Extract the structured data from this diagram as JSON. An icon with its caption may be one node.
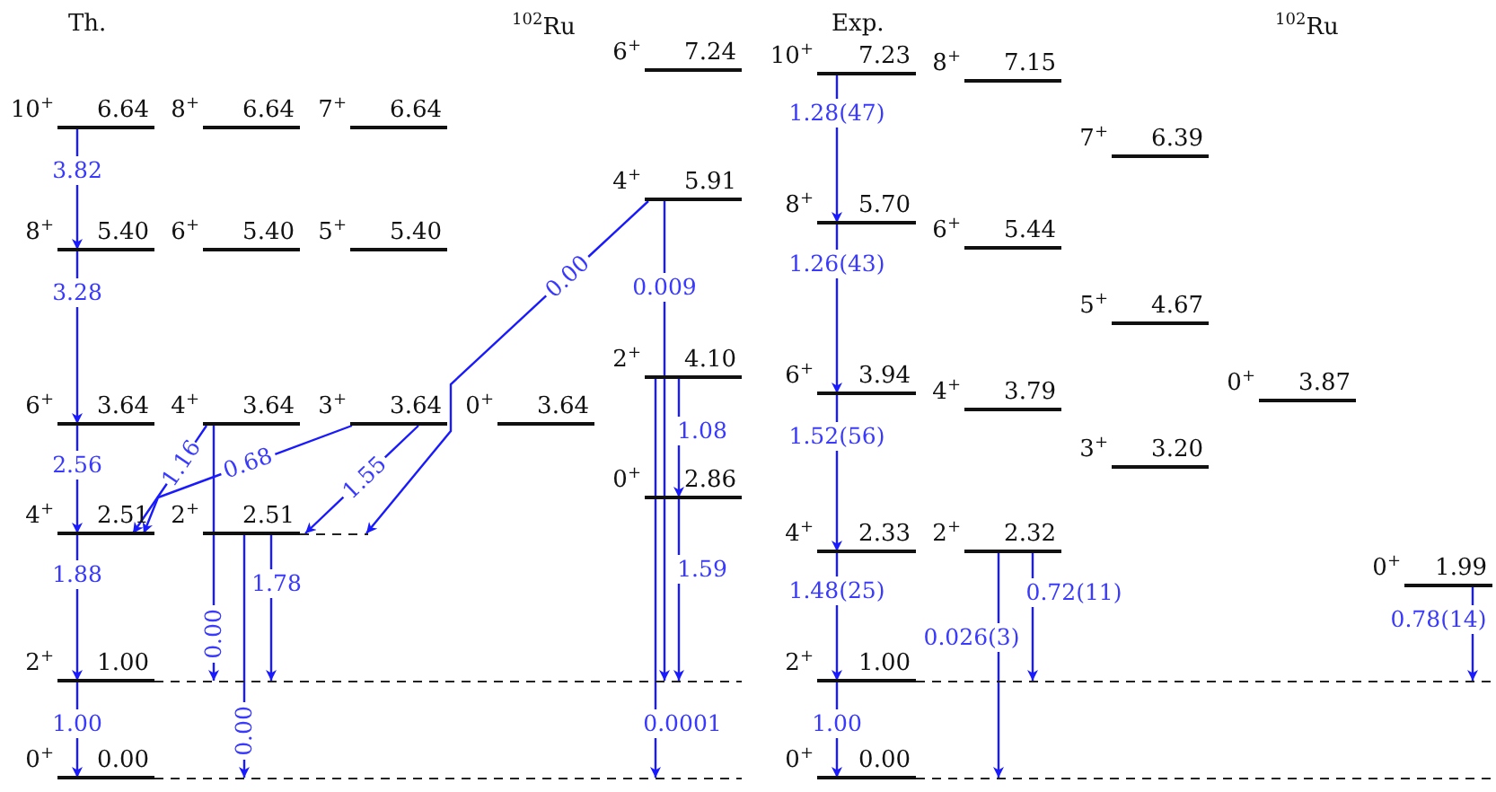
{
  "diagram": {
    "nodes": [
      {
        "text": [
          "10$^{+}$",
          "6.64"
        ]
      },
      {
        "text": [
          "8$^{+}$",
          "6.64"
        ]
      },
      {
        "text": [
          "7$^{+}$",
          "6.64"
        ]
      },
      {
        "text": [
          "8$^{+}$",
          "5.40"
        ]
      },
      {
        "text": [
          "6$^{+}$",
          "5.40"
        ]
      },
      {
        "text": [
          "5$^{+}$",
          "5.40"
        ]
      },
      {
        "text": [
          "6$^{+}$",
          "3.64"
        ]
      },
      {
        "text": [
          "4$^{+}$",
          "3.64"
        ]
      },
      {
        "text": [
          "3$^{+}$",
          "3.64"
        ]
      },
      {
        "text": [
          "0$^{+}$",
          "3.64"
        ]
      },
      {
        "text": [
          "4$^{+}$",
          "2.51"
        ]
      },
      {
        "text": [
          "2$^{+}$",
          "2.51"
        ]
      },
      {
        "text": [
          "2$^{+}$",
          "1.00"
        ]
      },
      {
        "text": [
          "0$^{+}$",
          "0.00"
        ]
      },
      {
        "text": [
          "6$^{+}$",
          "7.24"
        ]
      },
      {
        "text": [
          "4$^{+}$",
          "5.91"
        ]
      },
      {
        "text": [
          "2$^{+}$",
          "4.10"
        ]
      },
      {
        "text": [
          "0$^{+}$",
          "2.86"
        ]
      },
      {
        "text": [
          "10$^{+}$",
          "7.23"
        ]
      },
      {
        "text": [
          "8$^{+}$",
          "7.15"
        ]
      },
      {
        "text": [
          "7$^{+}$",
          "6.39"
        ]
      },
      {
        "text": [
          "8$^{+}$",
          "5.70"
        ]
      },
      {
        "text": [
          "6$^{+}$",
          "5.44"
        ]
      },
      {
        "text": [
          "5$^{+}$",
          "4.67"
        ]
      },
      {
        "text": [
          "6$^{+}$",
          "3.94"
        ]
      },
      {
        "text": [
          "4$^{+}$",
          "3.79"
        ]
      },
      {
        "text": [
          "0$^{+}$",
          "3.87"
        ]
      },
      {
        "text": [
          "3$^{+}$",
          "3.20"
        ]
      },
      {
        "text": [
          "4$^{+}$",
          "2.33"
        ]
      },
      {
        "text": [
          "2$^{+}$",
          "2.32"
        ]
      },
      {
        "text": [
          "0$^{+}$",
          "1.99"
        ]
      },
      {
        "text": [
          "2$^{+}$",
          "1.00"
        ]
      },
      {
        "text": [
          "0$^{+}$",
          "0.00"
        ]
      }
    ],
    "edges": [
      {
        "from": 0,
        "to": 3,
        "arrow": "to",
        "label": "3.82"
      },
      {
        "from": 3,
        "to": 6,
        "arrow": "to",
        "label": "3.28"
      },
      {
        "from": 6,
        "to": 10,
        "arrow": "to",
        "label": "2.56"
      },
      {
        "from": 10,
        "to": 12,
        "arrow": "to",
        "label": "1.88"
      },
      {
        "from": 12,
        "to": 13,
        "arrow": "to",
        "label": "1.00"
      },
      {
        "from": 7,
        "to": 10,
        "arrow": "to",
        "label": "1.16"
      },
      {
        "from": 8,
        "to": 10,
        "arrow": "to",
        "label": "0.68"
      },
      {
        "from": 8,
        "to": 11,
        "arrow": "to",
        "label": "1.55"
      },
      {
        "from": 7,
        "to": 12,
        "arrow": "to",
        "label": "0.00"
      },
      {
        "from": 11,
        "to": 13,
        "arrow": "to",
        "label": "0.00"
      },
      {
        "from": 11,
        "to": 12,
        "arrow": "to",
        "label": "1.78"
      },
      {
        "from": 15,
        "to": 11,
        "arrow": "to",
        "label": "0.00"
      },
      {
        "from": 15,
        "to": 12,
        "arrow": "to",
        "label": "0.009"
      },
      {
        "from": 16,
        "to": 17,
        "arrow": "to",
        "label": "1.08"
      },
      {
        "from": 17,
        "to": 12,
        "arrow": "to",
        "label": "1.59"
      },
      {
        "from": 16,
        "to": 13,
        "arrow": "to",
        "label": "0.0001"
      },
      {
        "from": 18,
        "to": 21,
        "arrow": "to",
        "label": "1.28(47)"
      },
      {
        "from": 21,
        "to": 24,
        "arrow": "to",
        "label": "1.26(43)"
      },
      {
        "from": 24,
        "to": 28,
        "arrow": "to",
        "label": "1.52(56)"
      },
      {
        "from": 28,
        "to": 31,
        "arrow": "to",
        "label": "1.48(25)"
      },
      {
        "from": 31,
        "to": 32,
        "arrow": "to",
        "label": "1.00"
      },
      {
        "from": 29,
        "to": 32,
        "arrow": "to",
        "label": "0.026(3)"
      },
      {
        "from": 29,
        "to": 31,
        "arrow": "to",
        "label": "0.72(11)"
      },
      {
        "from": 30,
        "to": 31,
        "arrow": "to",
        "label": "0.78(14)"
      }
    ],
    "labels": [
      "Th.",
      "$^{102}$Ru",
      "Exp.",
      "$^{102}$Ru"
    ]
  }
}
